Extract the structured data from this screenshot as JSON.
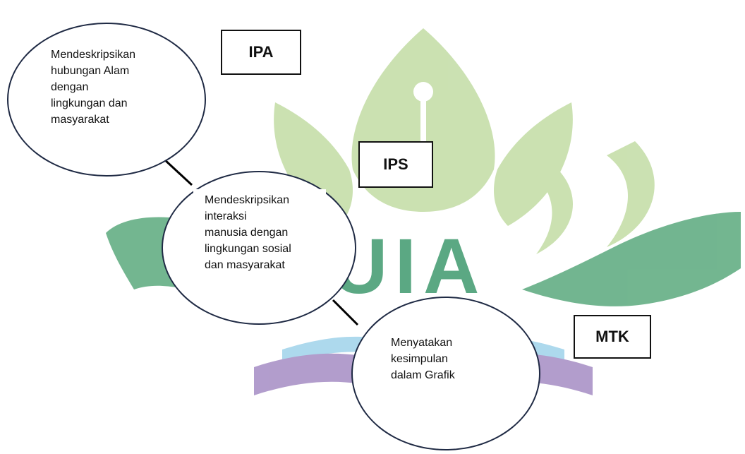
{
  "diagram": {
    "nodes": [
      {
        "id": "node-ipa",
        "text": "Mendeskripsikan\nhubungan Alam\ndengan\nlingkungan dan\nmasyarakat"
      },
      {
        "id": "node-ips",
        "text": "Mendeskripsikan\ninteraksi\nmanusia dengan\nlingkungan sosial\ndan masyarakat"
      },
      {
        "id": "node-mtk",
        "text": "Menyatakan\nkesimpulan\ndalam Grafik"
      }
    ],
    "labels": {
      "ipa": "IPA",
      "ips": "IPS",
      "mtk": "MTK"
    },
    "edges": [
      {
        "from": "node-ipa",
        "to": "node-ips"
      },
      {
        "from": "node-ips",
        "to": "node-mtk"
      }
    ]
  },
  "colors": {
    "watermark_green_light": "#b9d79a",
    "watermark_green_dark": "#3f9a6e",
    "watermark_blue": "#9fd3ea",
    "watermark_purple": "#a58cc4",
    "circle_border": "#1f2a44"
  }
}
